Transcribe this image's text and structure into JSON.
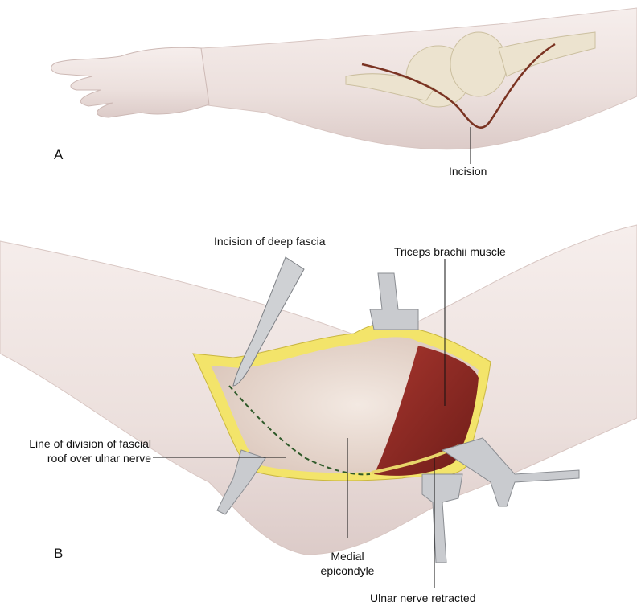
{
  "panel_a": {
    "letter": "A",
    "incision_label": "Incision"
  },
  "panel_b": {
    "letter": "B",
    "labels": {
      "deep_fascia": "Incision of deep fascia",
      "triceps": "Triceps brachii muscle",
      "fascial_roof_line1": "Line of division of fascial",
      "fascial_roof_line2": "roof over ulnar nerve",
      "epicondyle_line1": "Medial",
      "epicondyle_line2": "epicondyle",
      "ulnar_nerve": "Ulnar nerve retracted"
    }
  },
  "colors": {
    "skin": "#efe4e1",
    "fat": "#f3e46a",
    "muscle": "#8f2a24",
    "incision": "#7a3322",
    "nerve": "#e8d56a",
    "dashed_line": "#2f5a2a"
  }
}
